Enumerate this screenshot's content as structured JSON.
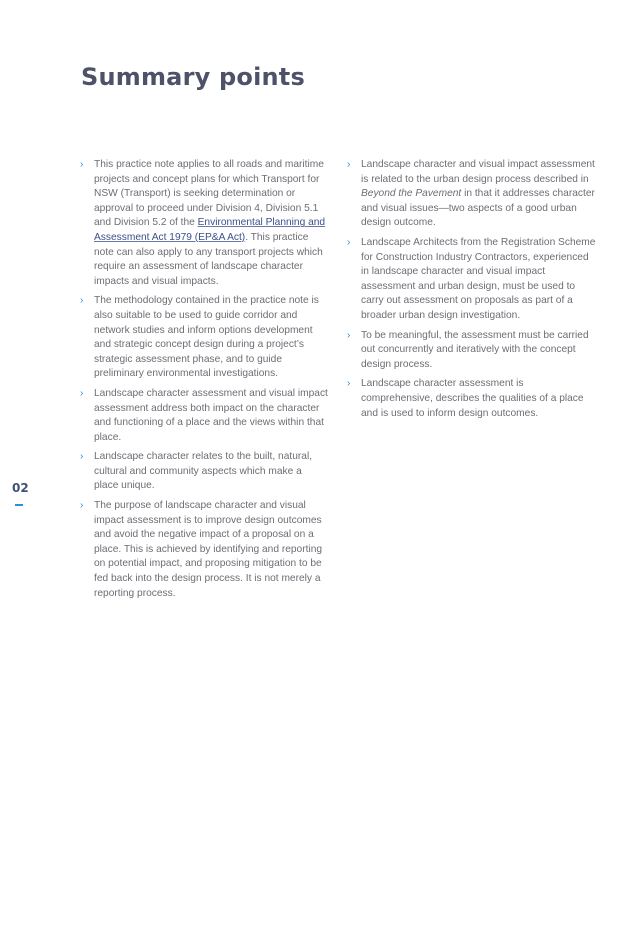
{
  "page": {
    "title": "Summary points",
    "page_number": "02"
  },
  "left_column": [
    {
      "text_before": "This practice note applies to all roads and maritime projects and concept plans for which Transport for NSW (Transport) is seeking determination or approval to proceed under Division 4, Division 5.1 and Division 5.2 of the ",
      "link": "Environmental Planning and Assessment Act 1979 (EP&A Act)",
      "text_after": ". This practice note can also apply to any transport projects which require an assessment of landscape character impacts and visual impacts."
    },
    {
      "text": "The methodology contained in the practice note is also suitable to be used to guide corridor and network studies and inform options development and strategic concept design during a project’s strategic assessment phase, and to guide preliminary environmental investigations."
    },
    {
      "text": "Landscape character assessment and visual impact assessment address both impact on the character and functioning of a place and the views within that place."
    },
    {
      "text": "Landscape character relates to the built, natural, cultural and community aspects which make a place unique."
    },
    {
      "text": "The purpose of landscape character and visual impact assessment is to improve design outcomes and avoid the negative impact of a proposal on a place. This is achieved by identifying and reporting on potential impact, and proposing mitigation to be fed back into the design process. It is not merely a reporting process."
    }
  ],
  "right_column": [
    {
      "text_before": "Landscape character and visual impact assessment is related to the urban design process described in ",
      "italic": "Beyond the Pavement",
      "text_after": " in that it addresses character and visual issues—two aspects of a good urban design outcome."
    },
    {
      "text": "Landscape Architects from the Registration Scheme for Construction Industry Contractors, experienced in landscape character and visual impact assessment and urban design, must be used to carry out assessment on proposals as part of a broader urban design investigation."
    },
    {
      "text": "To be meaningful, the assessment must be carried out concurrently and iteratively with the concept design process."
    },
    {
      "text": "Landscape character assessment is comprehensive, describes the qualities of a place and is used to inform design outcomes."
    }
  ],
  "bullet_icon": "chevron-right-icon",
  "colors": {
    "title": "#4d5269",
    "body_text": "#6b6e74",
    "accent": "#2e8fd0",
    "link": "#3b4f8a"
  }
}
